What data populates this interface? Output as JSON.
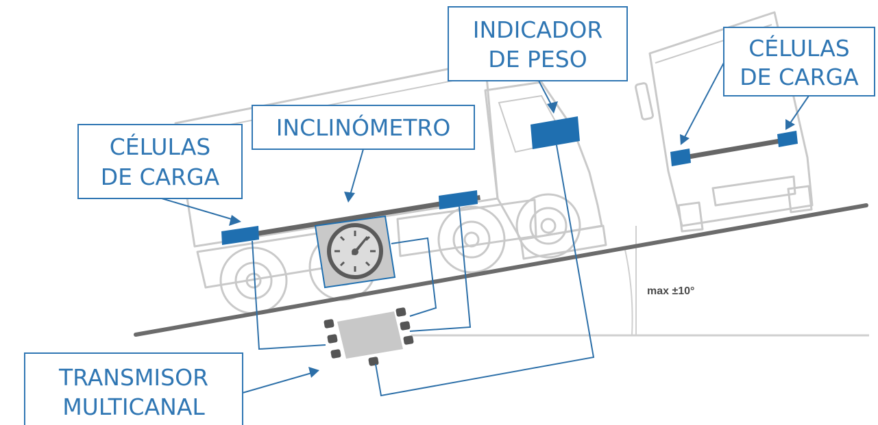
{
  "labels": {
    "indicador": [
      "INDICADOR",
      "DE PESO"
    ],
    "celulas_right": [
      "CÉLULAS",
      "DE CARGA"
    ],
    "celulas_left": [
      "CÉLULAS",
      "DE CARGA"
    ],
    "inclinometro": "INCLINÓMETRO",
    "transmisor": [
      "TRANSMISOR",
      "MULTICANAL"
    ]
  },
  "angle_note": "max ±10°",
  "colors": {
    "accent_blue": "#1f6fb0",
    "label_text": "#2f76b3",
    "outline_gray": "#c9c9c9",
    "ground_dark": "#6b6b6b",
    "device_gray": "#c8c8c8"
  }
}
